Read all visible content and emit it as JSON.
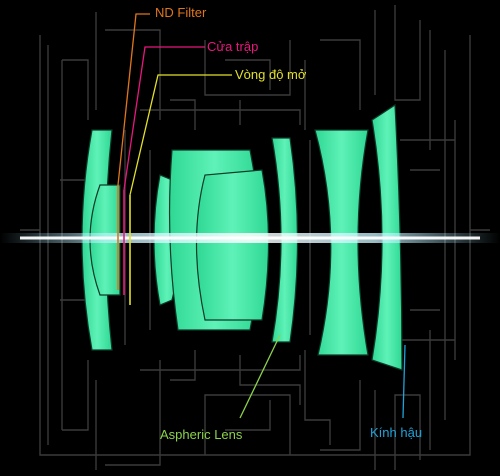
{
  "labels": {
    "nd_filter": "ND Filter",
    "shutter": "Cửa trập",
    "aperture": "Vòng độ mở",
    "aspheric": "Aspheric Lens",
    "rear_lens": "Kính hậu"
  },
  "colors": {
    "background": "#000000",
    "housing_line": "#3a3a3a",
    "lens_fill": "#3fe9a6",
    "lens_edge": "#0e3a28",
    "beam": "#bfefff",
    "nd_filter": "#e0761c",
    "shutter": "#e8177e",
    "aperture": "#e2e02a",
    "aspheric": "#8bd34a",
    "rear_lens": "#1fa3d9"
  }
}
